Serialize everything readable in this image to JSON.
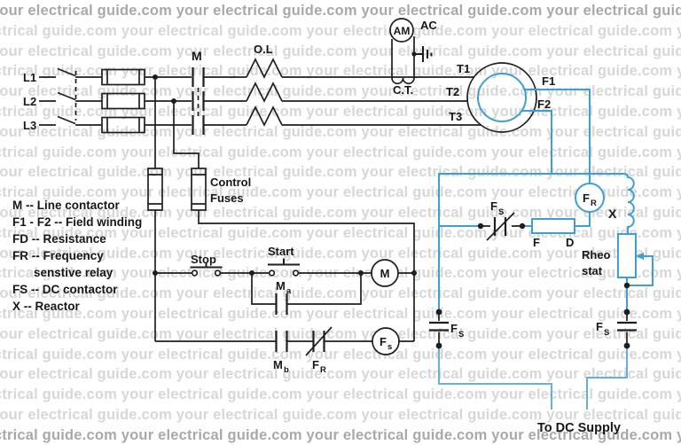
{
  "watermark": {
    "text": "your electrical guide.com"
  },
  "colors": {
    "wire_black": "#1e1e1e",
    "wire_blue": "#3f9fd2",
    "wire_blue_light": "#68b0d8",
    "watermark_light": "#d7d7d7",
    "watermark_dark": "#a9a9a9"
  },
  "supply": {
    "l1": "L1",
    "l2": "L2",
    "l3": "L3"
  },
  "power": {
    "contactor_label": "M",
    "overload_label": "O.L",
    "ammeter": "AM",
    "ac_label": "AC",
    "ct_label": "C.T."
  },
  "motor": {
    "t1": "T1",
    "t2": "T2",
    "t3": "T3"
  },
  "field": {
    "f1": "F1",
    "f2": "F2",
    "fs_nc": {
      "main": "F",
      "sub": "S"
    },
    "f_terminal": "F",
    "d_terminal": "D",
    "fr_coil": {
      "main": "F",
      "sub": "R"
    },
    "reactor_label": "X",
    "rheostat_line1": "Rheo",
    "rheostat_line2": "stat"
  },
  "control": {
    "fuses_label_line1": "Control",
    "fuses_label_line2": "Fuses",
    "stop": "Stop",
    "start": "Start",
    "ma": {
      "main": "M",
      "sub": "a"
    },
    "mb": {
      "main": "M",
      "sub": "b"
    },
    "fr_contact": {
      "main": "F",
      "sub": "R"
    },
    "m_coil": "M",
    "fs_coil": {
      "main": "F",
      "sub": "s"
    }
  },
  "dc": {
    "fs_left": {
      "main": "F",
      "sub": "S"
    },
    "fs_right": {
      "main": "F",
      "sub": "S"
    },
    "to_dc_supply": "To DC Supply"
  },
  "legend": {
    "items": [
      "M -- Line contactor",
      "F1 - F2 -- Field winding",
      "FD -- Resistance",
      "FR -- Frequency",
      "senstive relay",
      "FS -- DC contactor",
      "X -- Reactor"
    ]
  }
}
